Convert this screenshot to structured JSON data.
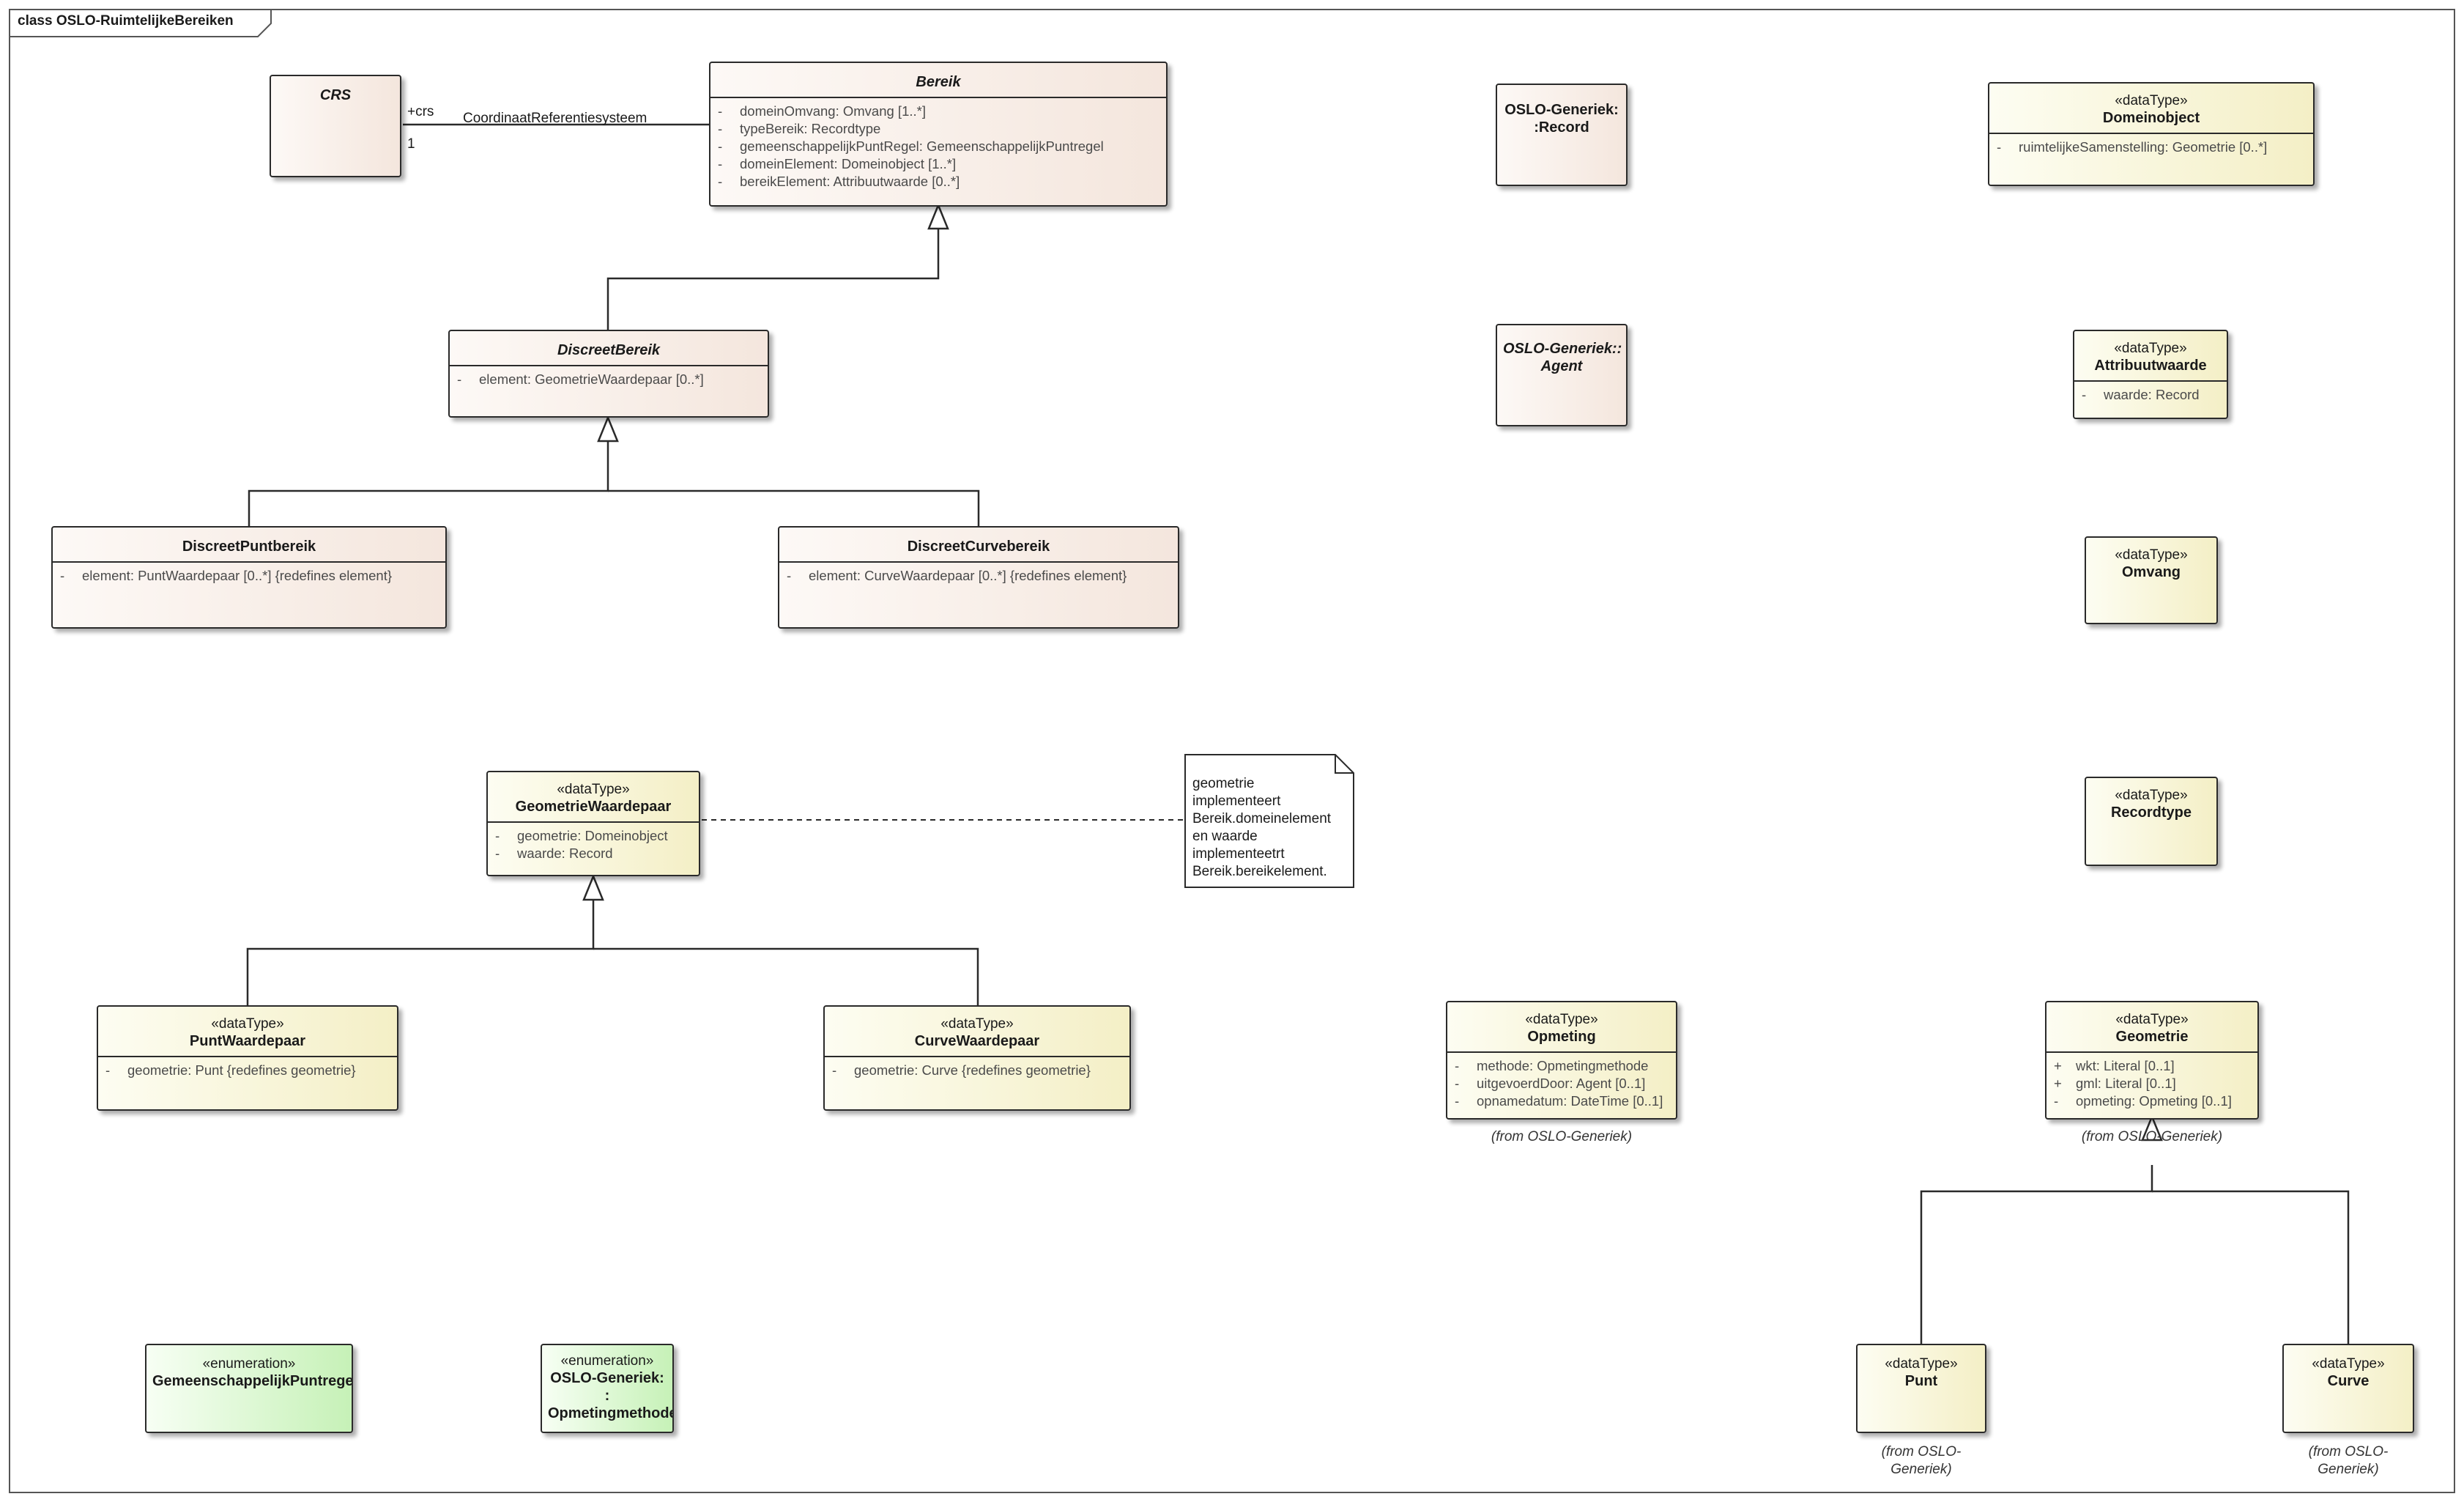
{
  "diagram": {
    "title": "class OSLO-RuimtelijkeBereiken"
  },
  "classes": {
    "crs": {
      "name": "CRS"
    },
    "bereik": {
      "name": "Bereik",
      "attributes": [
        {
          "vis": "-",
          "text": "domeinOmvang: Omvang [1..*]"
        },
        {
          "vis": "-",
          "text": "typeBereik: Recordtype"
        },
        {
          "vis": "-",
          "text": "gemeenschappelijkPuntRegel: GemeenschappelijkPuntregel"
        },
        {
          "vis": "-",
          "text": "domeinElement: Domeinobject [1..*]"
        },
        {
          "vis": "-",
          "text": "bereikElement: Attribuutwaarde [0..*]"
        }
      ]
    },
    "discreet_bereik": {
      "name": "DiscreetBereik",
      "attributes": [
        {
          "vis": "-",
          "text": "element: GeometrieWaardepaar [0..*]"
        }
      ]
    },
    "discreet_puntbereik": {
      "name": "DiscreetPuntbereik",
      "attributes": [
        {
          "vis": "-",
          "text": "element: PuntWaardepaar [0..*] {redefines element}"
        }
      ]
    },
    "discreet_curvebereik": {
      "name": "DiscreetCurvebereik",
      "attributes": [
        {
          "vis": "-",
          "text": "element: CurveWaardepaar [0..*] {redefines element}"
        }
      ]
    },
    "record": {
      "name_line1": "OSLO-Generiek:",
      "name_line2": ":Record"
    },
    "agent": {
      "name_line1": "OSLO-Generiek::",
      "name_line2": "Agent"
    }
  },
  "datatypes": {
    "domeinobject": {
      "stereotype": "«dataType»",
      "name": "Domeinobject",
      "attributes": [
        {
          "vis": "-",
          "text": "ruimtelijkeSamenstelling: Geometrie [0..*]"
        }
      ]
    },
    "attribuutwaarde": {
      "stereotype": "«dataType»",
      "name": "Attribuutwaarde",
      "attributes": [
        {
          "vis": "-",
          "text": "waarde: Record"
        }
      ]
    },
    "omvang": {
      "stereotype": "«dataType»",
      "name": "Omvang"
    },
    "recordtype": {
      "stereotype": "«dataType»",
      "name": "Recordtype"
    },
    "geometrie_waardepaar": {
      "stereotype": "«dataType»",
      "name": "GeometrieWaardepaar",
      "attributes": [
        {
          "vis": "-",
          "text": "geometrie: Domeinobject"
        },
        {
          "vis": "-",
          "text": "waarde: Record"
        }
      ]
    },
    "punt_waardepaar": {
      "stereotype": "«dataType»",
      "name": "PuntWaardepaar",
      "attributes": [
        {
          "vis": "-",
          "text": "geometrie: Punt {redefines geometrie}"
        }
      ]
    },
    "curve_waardepaar": {
      "stereotype": "«dataType»",
      "name": "CurveWaardepaar",
      "attributes": [
        {
          "vis": "-",
          "text": "geometrie: Curve {redefines geometrie}"
        }
      ]
    },
    "opmeting": {
      "stereotype": "«dataType»",
      "name": "Opmeting",
      "attributes": [
        {
          "vis": "-",
          "text": "methode: Opmetingmethode"
        },
        {
          "vis": "-",
          "text": "uitgevoerdDoor: Agent [0..1]"
        },
        {
          "vis": "-",
          "text": "opnamedatum: DateTime [0..1]"
        }
      ],
      "from": "(from OSLO-Generiek)"
    },
    "geometrie": {
      "stereotype": "«dataType»",
      "name": "Geometrie",
      "attributes": [
        {
          "vis": "+",
          "text": "wkt: Literal [0..1]"
        },
        {
          "vis": "+",
          "text": "gml: Literal [0..1]"
        },
        {
          "vis": "-",
          "text": "opmeting: Opmeting [0..1]"
        }
      ],
      "from": "(from OSLO-Generiek)"
    },
    "punt": {
      "stereotype": "«dataType»",
      "name": "Punt",
      "from_line1": "(from OSLO-",
      "from_line2": "Generiek)"
    },
    "curve": {
      "stereotype": "«dataType»",
      "name": "Curve",
      "from_line1": "(from OSLO-",
      "from_line2": "Generiek)"
    }
  },
  "enumerations": {
    "gemeenschappelijk_puntregel": {
      "stereotype": "«enumeration»",
      "name": "GemeenschappelijkPuntregel"
    },
    "opmetingmethode": {
      "stereotype": "«enumeration»",
      "name_line1": "OSLO-Generiek:",
      "name_line2": ":",
      "name_line3": "Opmetingmethode"
    }
  },
  "association": {
    "role": "+crs",
    "multiplicity": "1",
    "name": "CoordinaatReferentiesysteem"
  },
  "note": {
    "text": "geometrie\nimplementeert\nBereik.domeinelement\nen waarde\nimplementeetrt\nBereik.bereikelement."
  },
  "colors": {
    "class_fill": "#f4e6dd",
    "datatype_fill": "#f4efc6",
    "enumeration_fill": "#c6f1b7",
    "line": "#2a2a2a"
  }
}
